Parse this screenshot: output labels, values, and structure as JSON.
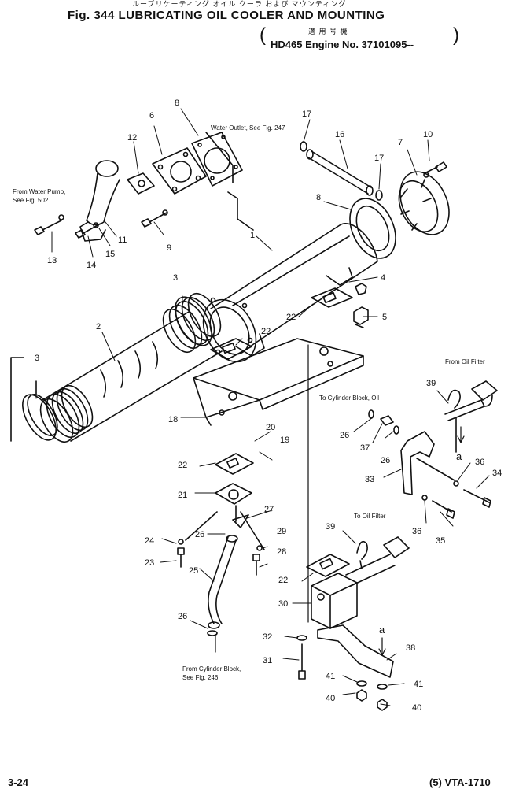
{
  "header": {
    "jp_title": "ルーブリケーティング オイル クーラ および マウンティング",
    "title": "Fig. 344  LUBRICATING OIL COOLER AND MOUNTING",
    "jp_applicable": "適 用 号 機",
    "applicability": "HD465 Engine No. 37101095--"
  },
  "callouts": {
    "water_outlet": "Water Outlet, See Fig. 247",
    "from_water_pump_1": "From Water Pump,",
    "from_water_pump_2": "See Fig. 502",
    "from_oil_filter": "From Oil Filter",
    "to_cylinder_block": "To Cylinder Block, Oil",
    "to_oil_filter": "To Oil Filter",
    "from_cyl_block_1": "From Cylinder Block,",
    "from_cyl_block_2": "See Fig. 246"
  },
  "part_numbers": [
    "1",
    "2",
    "3",
    "3",
    "4",
    "5",
    "6",
    "7",
    "8",
    "8",
    "9",
    "10",
    "11",
    "12",
    "13",
    "14",
    "15",
    "16",
    "17",
    "17",
    "18",
    "19",
    "20",
    "21",
    "22",
    "22",
    "22",
    "22",
    "23",
    "24",
    "25",
    "26",
    "26",
    "26",
    "26",
    "27",
    "28",
    "29",
    "30",
    "31",
    "32",
    "33",
    "34",
    "35",
    "36",
    "36",
    "37",
    "38",
    "39",
    "39",
    "40",
    "40",
    "41",
    "41",
    "a",
    "a"
  ],
  "footer": {
    "page": "3-24",
    "code": "(5) VTA-1710"
  }
}
